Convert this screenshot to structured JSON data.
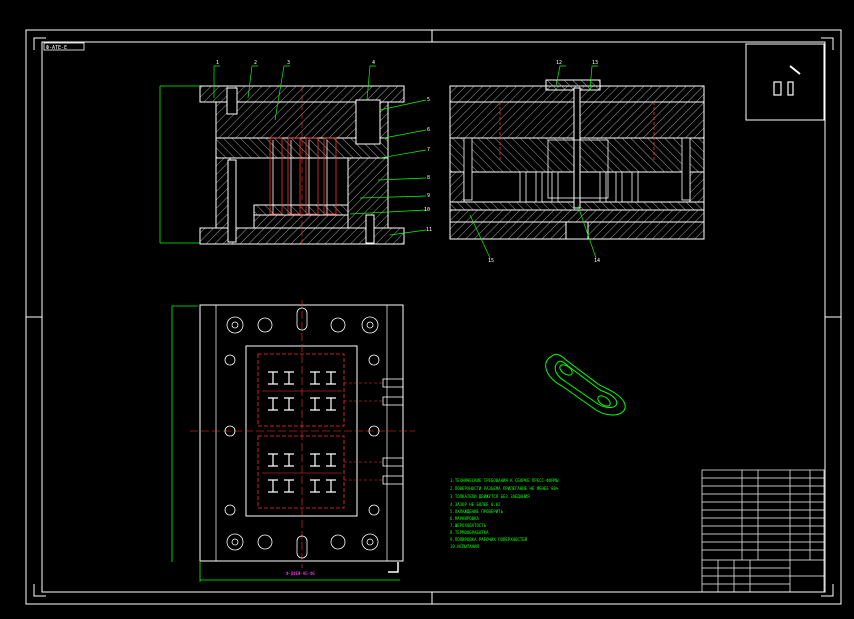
{
  "drawing": {
    "title_tag": "Ф-АТЕ-Е",
    "callouts_front": [
      "1",
      "2",
      "3",
      "4",
      "5",
      "6",
      "7",
      "8",
      "9",
      "10",
      "11"
    ],
    "callouts_side": [
      "12",
      "13",
      "14",
      "15"
    ],
    "plan_caption": "Ф-ДФЕЖ-НЕ-ФБ",
    "notes": [
      "1.ТЕХНИЧЕСКИЕ ТРЕБОВАНИЯ К СБОРКЕ ПРЕСС-ФОРМЫ",
      "2.ПОВЕРХНОСТИ РАЗЪЕМА ПРИЛЕГАНИЕ НЕ МЕНЕЕ 80%",
      "3.ТОЛКАТЕЛИ ДВИЖУТСЯ БЕЗ ЗАЕДАНИЯ",
      "4.ЗАЗОР НЕ БОЛЕЕ 0.02",
      "5.ОХЛАЖДЕНИЕ ПРОВЕРИТЬ",
      "6.МАРКИРОВКА",
      "7.ШЕРОХОВАТОСТЬ",
      "8.ТЕРМООБРАБОТКА",
      "9.ПОЛИРОВКА РАБОЧИХ ПОВЕРХНОСТЕЙ",
      "10.ИСПЫТАНИЯ"
    ]
  }
}
